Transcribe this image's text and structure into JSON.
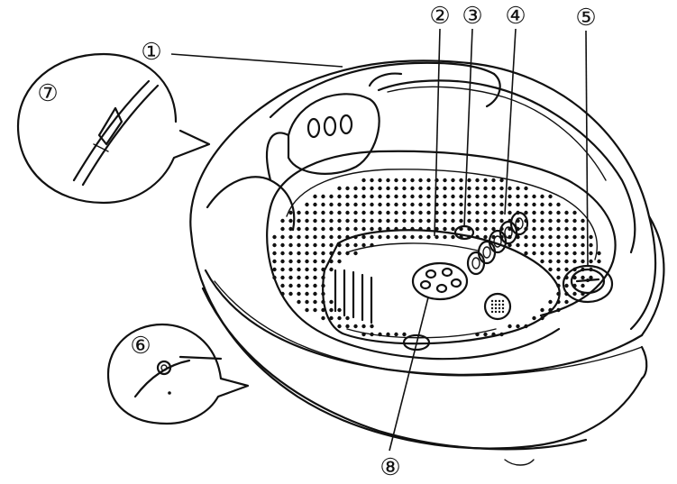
{
  "callouts": [
    {
      "id": "1",
      "label": "①"
    },
    {
      "id": "2",
      "label": "②"
    },
    {
      "id": "3",
      "label": "③"
    },
    {
      "id": "4",
      "label": "④"
    },
    {
      "id": "5",
      "label": "⑤"
    },
    {
      "id": "6",
      "label": "⑥"
    },
    {
      "id": "7",
      "label": "⑦"
    },
    {
      "id": "8",
      "label": "⑧"
    }
  ],
  "colors": {
    "ink": "#111111",
    "background": "#ffffff"
  }
}
